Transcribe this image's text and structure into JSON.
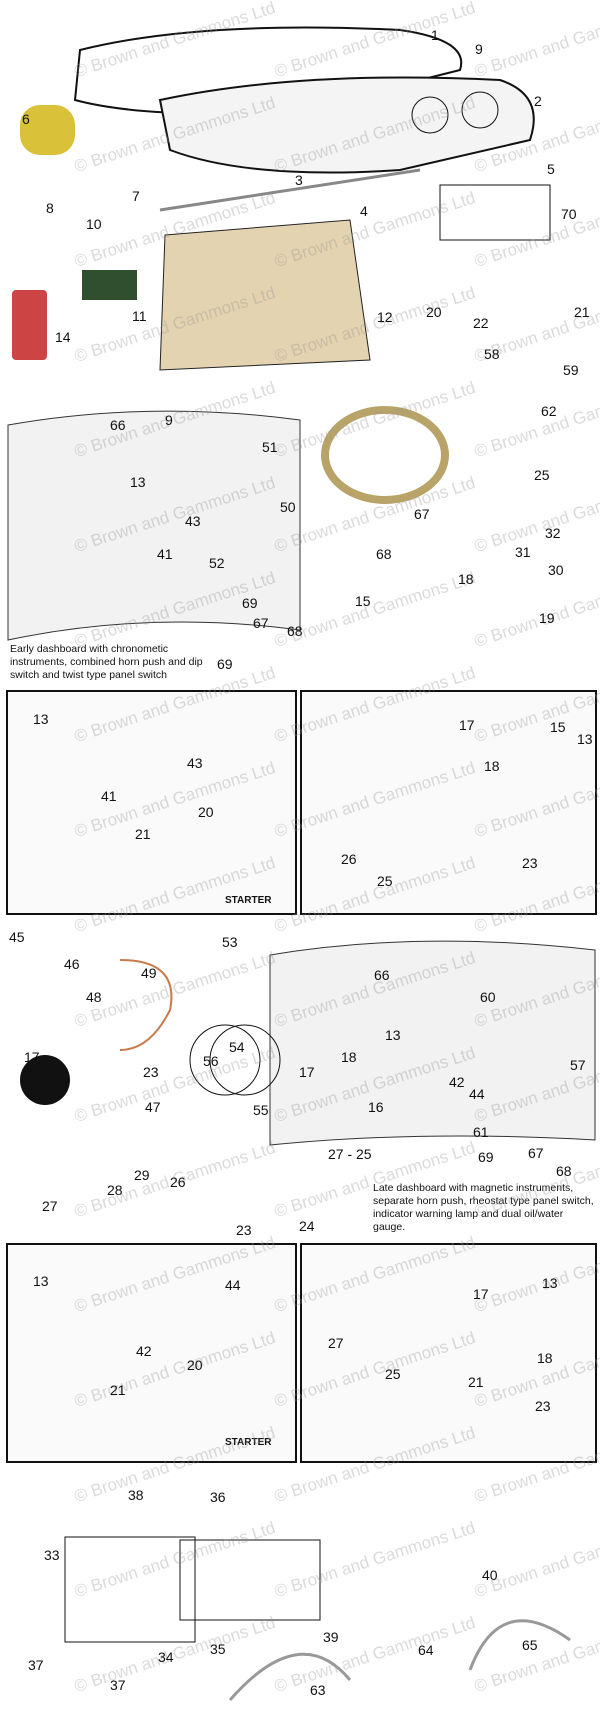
{
  "watermark": "© Brown and Gammons Ltd",
  "captions": {
    "early": "Early dashboard with chronometic instruments, combined horn push and dip switch and twist type panel switch",
    "late": "Late dashboard with magnetic instruments, separate horn push, rheostat type panel switch, indicator warning lamp and dual oil/water gauge.",
    "starter": "STARTER"
  },
  "callouts": [
    "1",
    "9",
    "2",
    "6",
    "3",
    "5",
    "70",
    "7",
    "8",
    "4",
    "10",
    "11",
    "14",
    "12",
    "20",
    "22",
    "21",
    "58",
    "59",
    "66",
    "9",
    "51",
    "13",
    "50",
    "43",
    "41",
    "52",
    "62",
    "67",
    "25",
    "68",
    "31",
    "32",
    "30",
    "18",
    "69",
    "67",
    "68",
    "69",
    "15",
    "19",
    "13",
    "43",
    "41",
    "20",
    "21",
    "17",
    "15",
    "13",
    "18",
    "26",
    "23",
    "25",
    "45",
    "53",
    "46",
    "49",
    "66",
    "48",
    "60",
    "13",
    "57",
    "54",
    "56",
    "17",
    "18",
    "17",
    "42",
    "44",
    "16",
    "61",
    "47",
    "55",
    "23",
    "27 - 25",
    "69",
    "67",
    "68",
    "29",
    "28",
    "27",
    "26",
    "23",
    "24",
    "13",
    "44",
    "42",
    "20",
    "21",
    "17",
    "13",
    "27",
    "18",
    "25",
    "21",
    "23",
    "38",
    "36",
    "33",
    "40",
    "39",
    "34",
    "35",
    "37",
    "37",
    "63",
    "64",
    "65"
  ]
}
